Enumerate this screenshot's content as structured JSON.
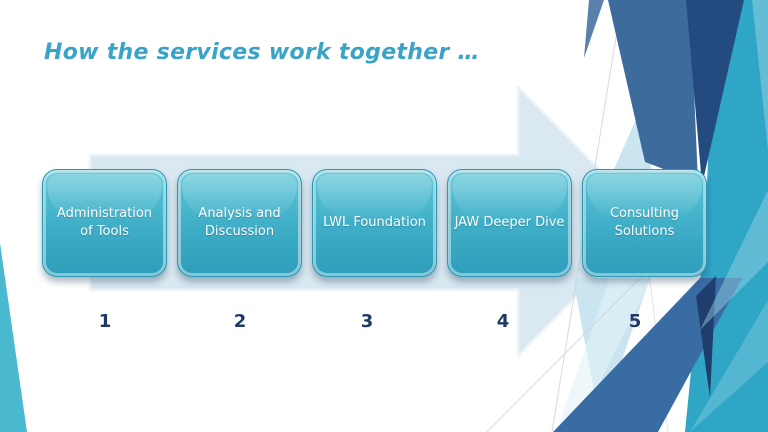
{
  "slide": {
    "title": "How the services work together …"
  },
  "process_flow": {
    "steps": [
      {
        "label": "Administration of Tools",
        "number": "1"
      },
      {
        "label": "Analysis and Discussion",
        "number": "2"
      },
      {
        "label": "LWL Foundation",
        "number": "3"
      },
      {
        "label": "JAW Deeper Dive",
        "number": "4"
      },
      {
        "label": "Consulting Solutions",
        "number": "5"
      }
    ]
  },
  "theme": {
    "background": "#FFFFFF",
    "title-color": "#3AA4C8",
    "number-color": "#1F3864",
    "box-face-top": "#62C8D9",
    "box-face-mid": "#41B0C8",
    "box-face-bottom": "#2D9DBA",
    "box-text-color": "#FFFFFF",
    "arrow-fill": "#D9E8F1",
    "arrow-edge": "#EDF4F9",
    "decor-steel": "#3C6B9C",
    "decor-navy": "#234B80",
    "decor-navy-dark": "#1F3E6E",
    "decor-teal": "#2FA6C6",
    "decor-teal-light": "#9AD4E2",
    "decor-band-blue": "#3A6CA4",
    "decor-pale": "#CBE5F0",
    "decor-pale-light": "#E2F1F6",
    "decor-left-wedge": "#4AB9CF",
    "hairline": "#C9D2D8"
  }
}
